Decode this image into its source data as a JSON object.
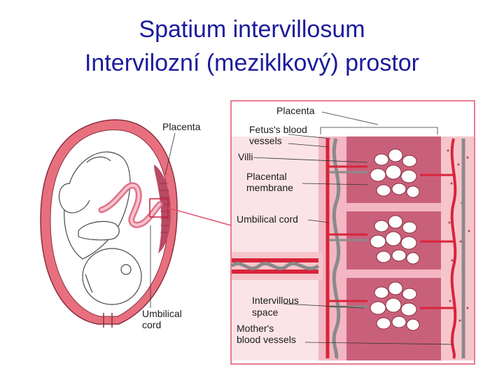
{
  "title": {
    "line1": "Spatium intervillosum",
    "line2": "Intervilozní (meziklkový) prostor"
  },
  "left_figure": {
    "labels": {
      "placenta": "Placenta",
      "umbilical_cord_1": "Umbilical",
      "umbilical_cord_2": "cord"
    }
  },
  "right_figure": {
    "labels": {
      "placenta": "Placenta",
      "fetus_vessels_1": "Fetus's blood",
      "fetus_vessels_2": "vessels",
      "villi": "Villi",
      "membrane_1": "Placental",
      "membrane_2": "membrane",
      "umbilical_cord": "Umbilical cord",
      "intervillous_1": "Intervillous",
      "intervillous_2": "space",
      "mother_vessels_1": "Mother's",
      "mother_vessels_2": "blood vessels"
    }
  },
  "colors": {
    "title": "#1a1a9c",
    "uterus_pink": "#e8707e",
    "uterus_light": "#f6c5cb",
    "placenta_dark": "#b84a63",
    "artery_red": "#d8243a",
    "vein_gray": "#8a8a8a",
    "connector_red": "#e0506a"
  }
}
